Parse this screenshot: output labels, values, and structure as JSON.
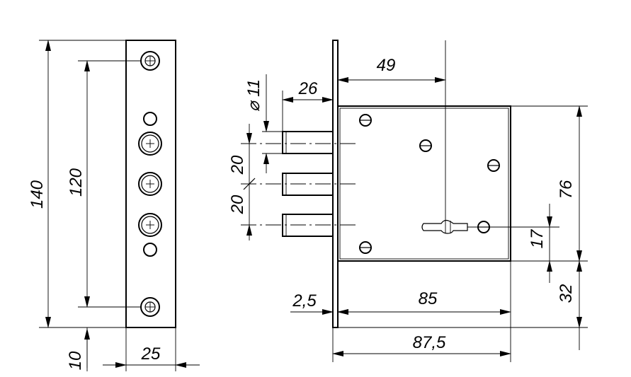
{
  "front_view": {
    "dim_total_height": "140",
    "dim_screw_spacing": "120",
    "dim_bottom_offset": "10",
    "dim_faceplate_width": "25"
  },
  "side_view": {
    "dim_bolt_diameter": "⌀ 11",
    "dim_bolt_projection": "26",
    "dim_keyhole_offset": "49",
    "dim_bolt_spacing_top": "20",
    "dim_bolt_spacing_bottom": "20",
    "dim_body_height": "76",
    "dim_keyhole_height": "17",
    "dim_bottom_height": "32",
    "dim_faceplate_thickness": "2,5",
    "dim_body_depth": "85",
    "dim_total_depth": "87,5"
  }
}
